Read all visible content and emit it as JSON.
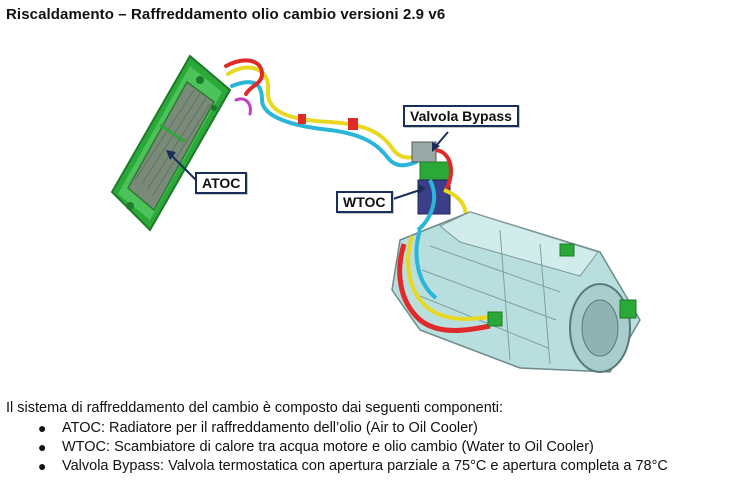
{
  "title": "Riscaldamento – Raffreddamento olio cambio versioni 2.9 v6",
  "callouts": {
    "atoc": "ATOC",
    "wtoc": "WTOC",
    "bypass": "Valvola Bypass"
  },
  "description": {
    "intro": "Il sistema di raffreddamento del cambio è composto dai seguenti componenti:",
    "items": [
      "ATOC: Radiatore per il raffreddamento dell’olio (Air to Oil Cooler)",
      "WTOC: Scambiatore di calore tra acqua motore e olio cambio (Water to Oil Cooler)",
      "Valvola Bypass: Valvola termostatica con apertura parziale a 75°C e apertura completa a 78°C"
    ]
  },
  "colors": {
    "radiator": "#2fae3c",
    "gearbox": "#b9dede",
    "pipe_red": "#e02a2a",
    "pipe_yellow": "#e8d820",
    "pipe_cyan": "#29b6d8",
    "callout_border": "#1a2e5a"
  }
}
